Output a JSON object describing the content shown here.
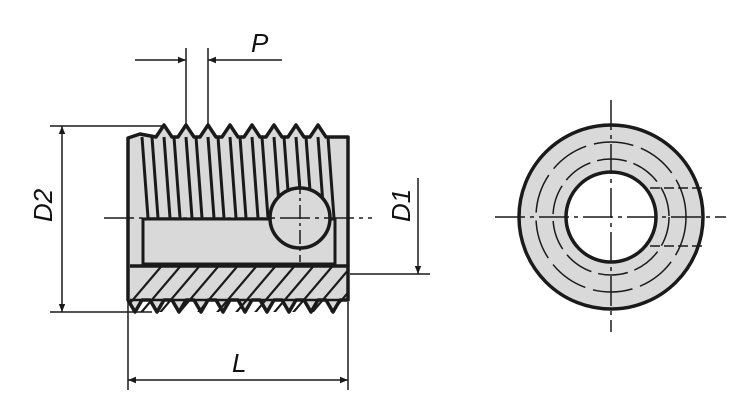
{
  "labels": {
    "pitch": "P",
    "outer_diameter": "D2",
    "inner_diameter": "D1",
    "length": "L"
  },
  "colors": {
    "fill": "#d9d9d9",
    "line": "#1a1a1a"
  }
}
